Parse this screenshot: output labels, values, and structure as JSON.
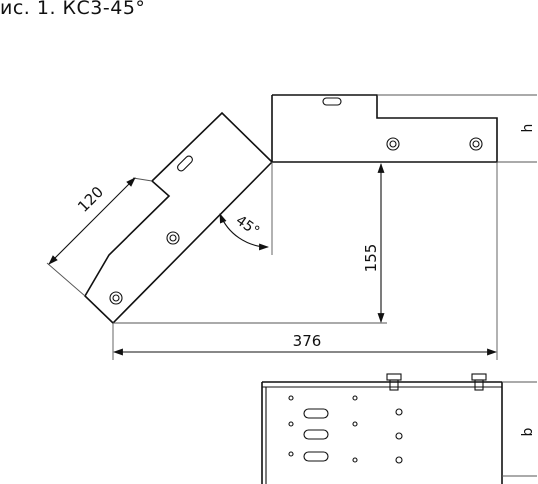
{
  "caption": "ис. 1. КС3-45°",
  "dimensions": {
    "width_label": "120",
    "height_label": "155",
    "length_label": "376",
    "angle_label": "45°",
    "side_top_label": "h",
    "side_bottom_label": "b"
  }
}
